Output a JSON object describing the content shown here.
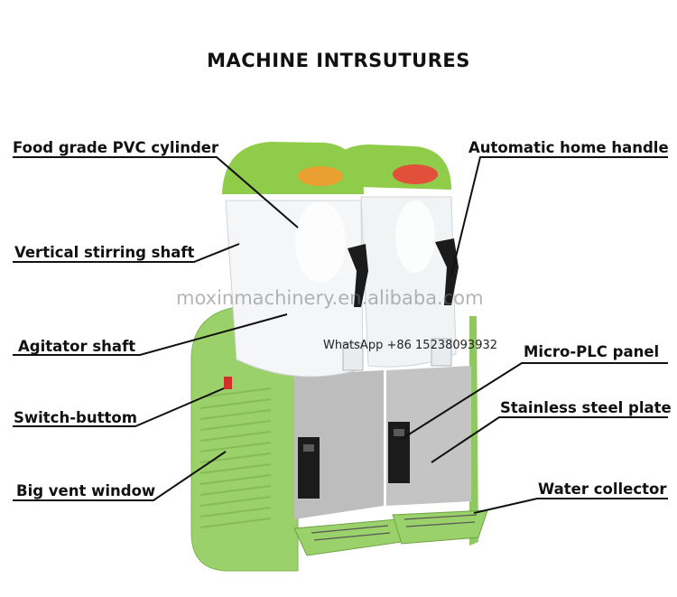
{
  "title": "MACHINE INTRSUTURES",
  "labels": {
    "pvc_cylinder": "Food grade PVC cylinder",
    "stirring_shaft": "Vertical stirring shaft",
    "agitator_shaft": "Agitator shaft",
    "switch_button": "Switch-buttom",
    "vent_window": "Big vent window",
    "home_handle": "Automatic home handle",
    "plc_panel": "Micro-PLC panel",
    "steel_plate": "Stainless steel plate",
    "water_collector": "Water collector"
  },
  "watermark": "moxinmachinery.en.alibaba.com",
  "contact": "WhatsApp +86 15238093932",
  "colors": {
    "body_green": "#9bd16a",
    "lid_green": "#8fcc4a",
    "steel": "#b9b9b9",
    "panel_black": "#1b1b1b",
    "line": "#111111"
  }
}
